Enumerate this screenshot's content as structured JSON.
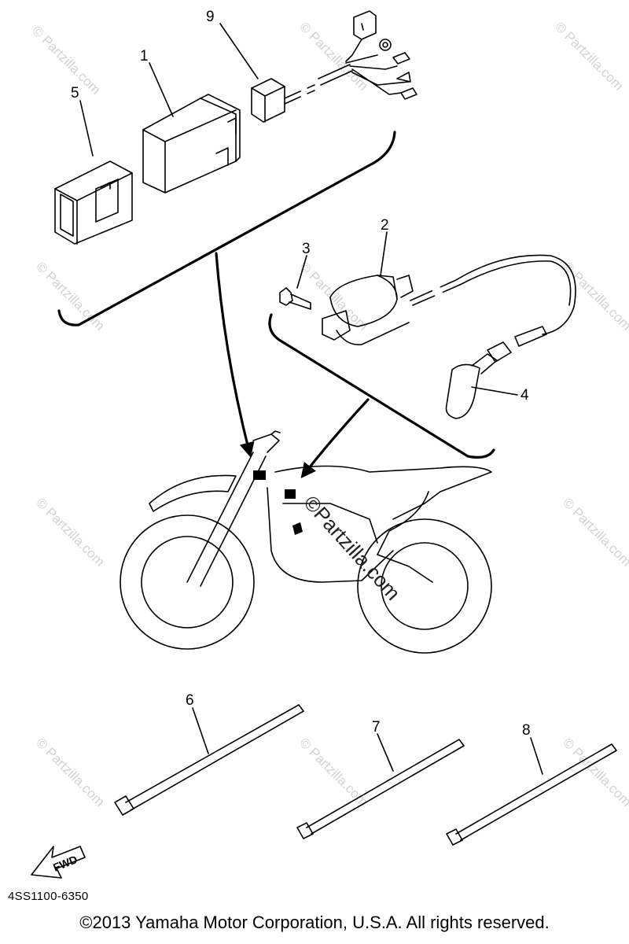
{
  "diagram": {
    "callouts": {
      "n1": "1",
      "n2": "2",
      "n3": "3",
      "n4": "4",
      "n5": "5",
      "n6": "6",
      "n7": "7",
      "n8": "8",
      "n9": "9"
    },
    "watermark": "© Partzilla.com",
    "center_watermark": "©Partzilla.com",
    "fwd_label": "FWD"
  },
  "footer": {
    "part_code": "4SS1100-6350",
    "copyright": "©2013 Yamaha Motor Corporation, U.S.A. All rights reserved."
  }
}
